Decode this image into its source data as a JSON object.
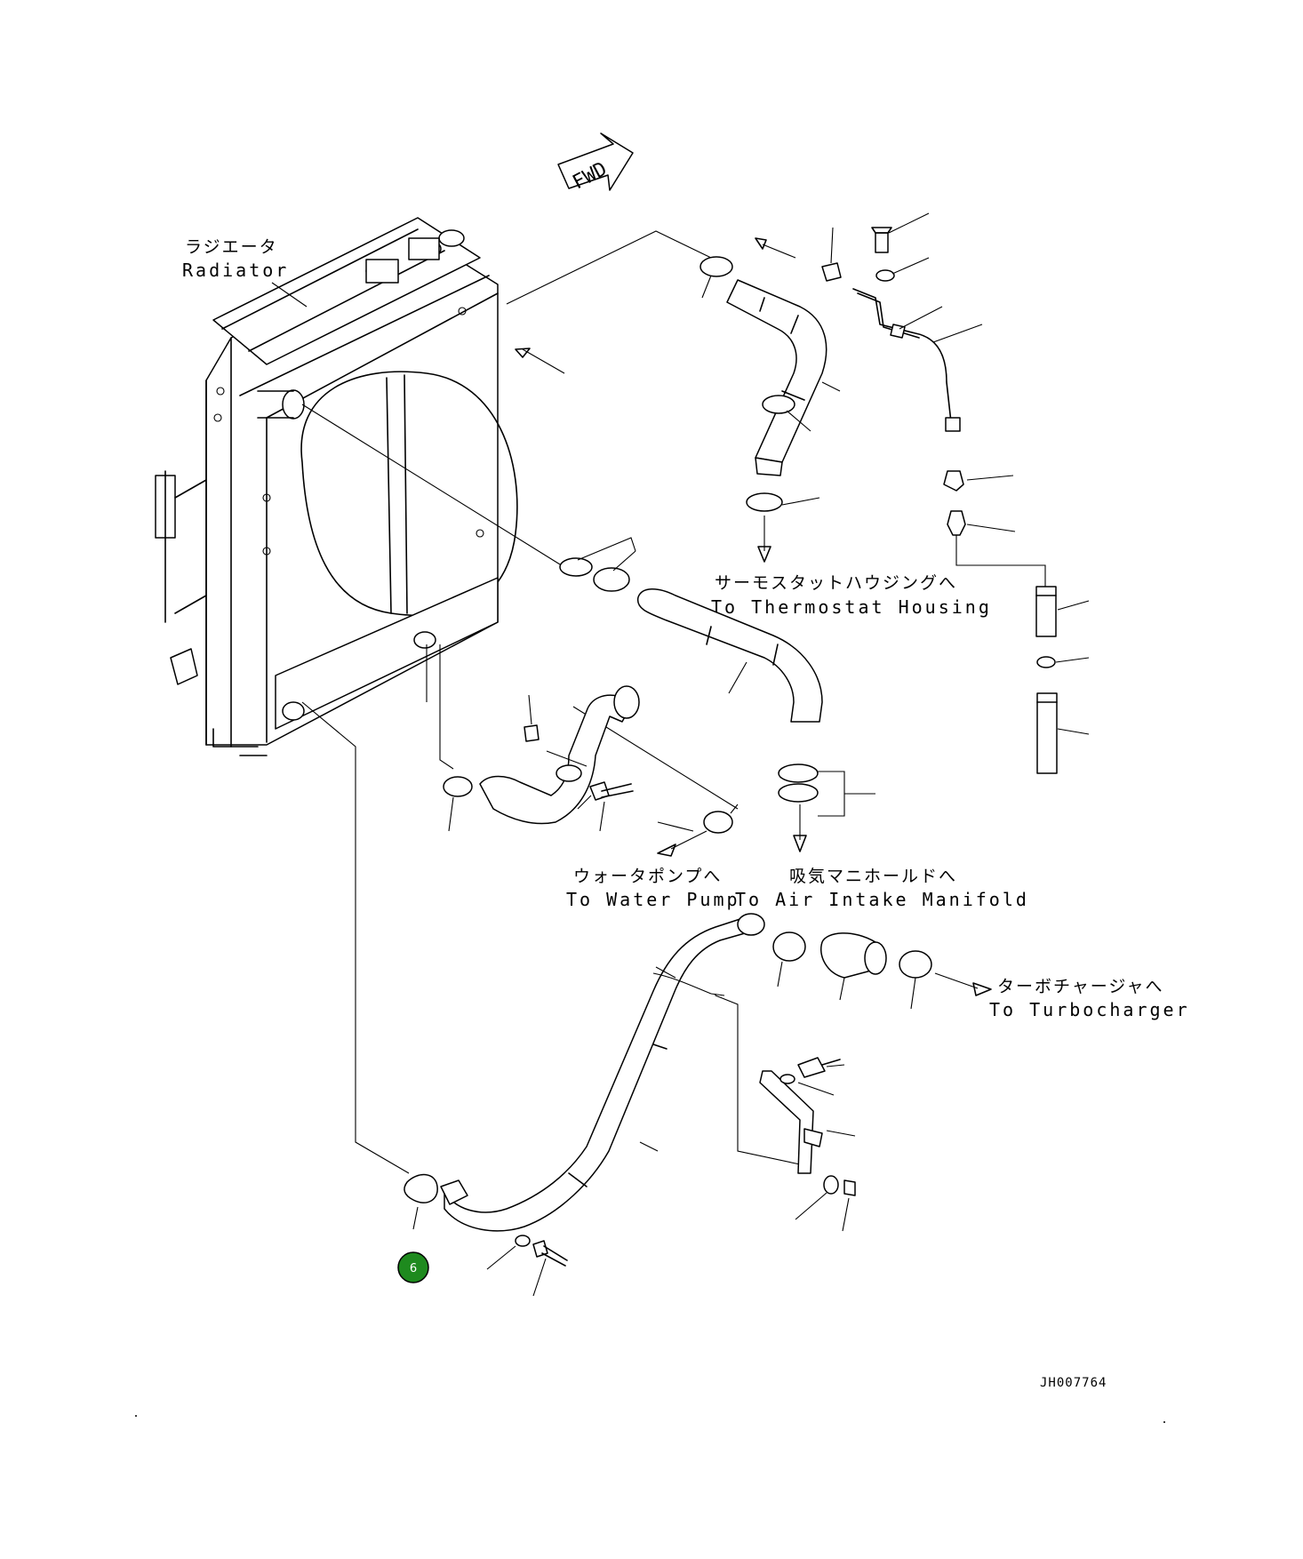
{
  "labels": {
    "radiator_jp": "ラジエータ",
    "radiator_en": "Radiator",
    "thermostat_jp": "サーモスタットハウジングへ",
    "thermostat_en": "To Thermostat Housing",
    "water_pump_jp": "ウォータポンプへ",
    "water_pump_en": "To Water Pump",
    "intake_jp": "吸気マニホールドへ",
    "intake_en": "To Air Intake Manifold",
    "turbo_jp": "ターボチャージャへ",
    "turbo_en": "To Turbocharger",
    "fwd": "FWD"
  },
  "drawing_code": "JH007764",
  "callout": {
    "number": "6",
    "color": "#1e8a1e"
  }
}
